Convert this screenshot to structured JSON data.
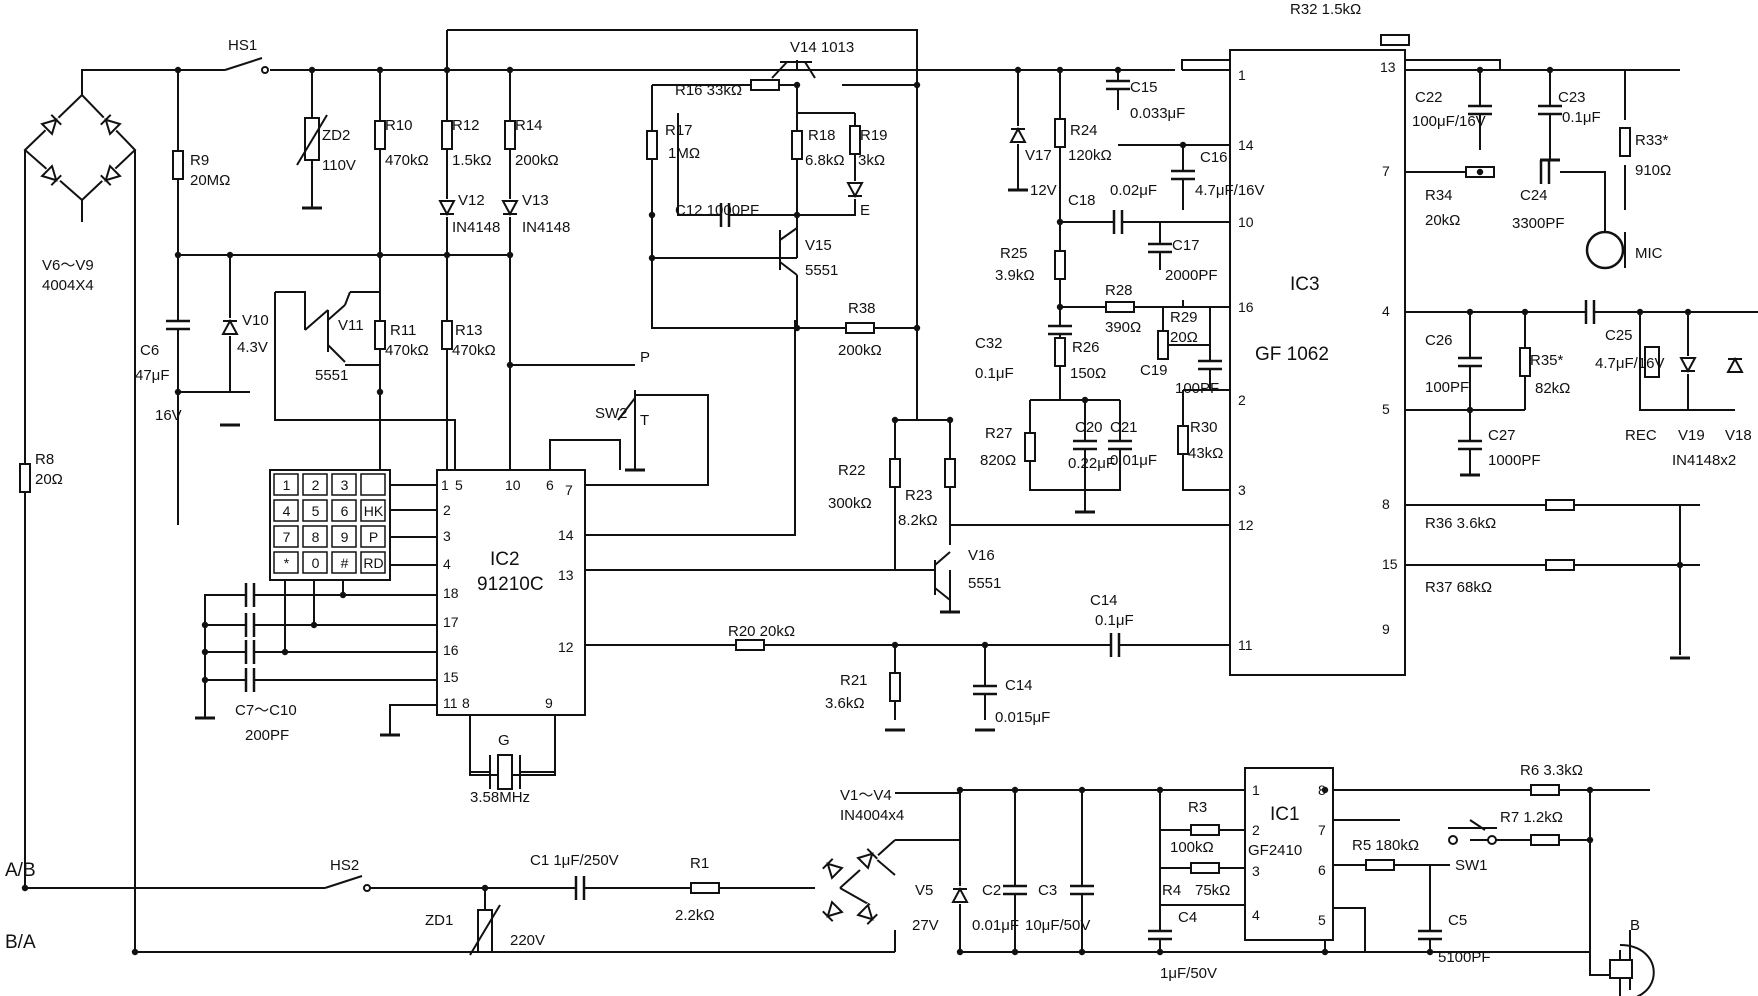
{
  "terminals": {
    "a": "A/B",
    "b": "B/A"
  },
  "bridge_top": {
    "name": "V6～V9",
    "type": "4004X4"
  },
  "bridge_bottom": {
    "name": "V1～V4",
    "type": "IN4004x4"
  },
  "switches": {
    "hs1": "HS1",
    "hs2": "HS2",
    "sw1": "SW1",
    "sw2": "SW2",
    "p": "P",
    "t": "T"
  },
  "resistors": {
    "r1": "R1",
    "r1_v": "2.2kΩ",
    "r3": "R3",
    "r3_v": "100kΩ",
    "r4": "R4",
    "r4_v": "75kΩ",
    "r5": "R5 180kΩ",
    "r6": "R6 3.3kΩ",
    "r7": "R7 1.2kΩ",
    "r8": "R8",
    "r8_v": "20Ω",
    "r9": "R9",
    "r9_v": "20MΩ",
    "r10": "R10",
    "r10_v": "470kΩ",
    "r11": "R11",
    "r11_v": "470kΩ",
    "r12": "R12",
    "r12_v": "1.5kΩ",
    "r13": "R13",
    "r13_v": "470kΩ",
    "r14": "R14",
    "r14_v": "200kΩ",
    "r16": "R16 33kΩ",
    "r17": "R17",
    "r17_v": "1MΩ",
    "r18": "R18",
    "r18_v": "6.8kΩ",
    "r19": "R19",
    "r19_v": "3kΩ",
    "r20": "R20 20kΩ",
    "r21": "R21",
    "r21_v": "3.6kΩ",
    "r22": "R22",
    "r22_v": "300kΩ",
    "r23": "R23",
    "r23_v": "8.2kΩ",
    "r24": "R24",
    "r24_v": "120kΩ",
    "r25": "R25",
    "r25_v": "3.9kΩ",
    "r26": "R26",
    "r26_v": "150Ω",
    "r27": "R27",
    "r27_v": "820Ω",
    "r28": "R28",
    "r28_v": "390Ω",
    "r29": "R29",
    "r29_v": "20Ω",
    "r30": "R30",
    "r30_v": "43kΩ",
    "r32": "R32 1.5kΩ",
    "r33": "R33*",
    "r33_v": "910Ω",
    "r34": "R34",
    "r34_v": "20kΩ",
    "r35": "R35*",
    "r35_v": "82kΩ",
    "r36": "R36 3.6kΩ",
    "r37": "R37 68kΩ",
    "r38": "R38",
    "r38_v": "200kΩ"
  },
  "capacitors": {
    "c1": "C1 1μF/250V",
    "c2": "C2",
    "c2_v": "0.01μF",
    "c3": "C3",
    "c3_v": "10μF/50V",
    "c4": "C4",
    "c4_v": "1μF/50V",
    "c5": "C5",
    "c5_v": "5100PF",
    "c6": "C6",
    "c6_v": "47μF",
    "c6_v2": "16V",
    "c7": "C7～C10",
    "c7_v": "200PF",
    "c12": "C12 1000PF",
    "c14a": "C14",
    "c14a_v": "0.1μF",
    "c14b": "C14",
    "c14b_v": "0.015μF",
    "c15": "C15",
    "c15_v": "0.033μF",
    "c16": "C16",
    "c16_v": "4.7μF/16V",
    "c17": "C17",
    "c17_v": "2000PF",
    "c18": "C18",
    "c18_v": "0.02μF",
    "c19": "C19",
    "c19_v": "100PF",
    "c20": "C20",
    "c20_v": "0.22μF",
    "c21": "C21",
    "c21_v": "0.01μF",
    "c22": "C22",
    "c22_v": "100μF/16V",
    "c23": "C23",
    "c23_v": "0.1μF",
    "c24": "C24",
    "c24_v": "3300PF",
    "c25": "C25",
    "c25_v": "4.7μF/16V",
    "c26": "C26",
    "c26_v": "100PF",
    "c27": "C27",
    "c27_v": "1000PF",
    "c32": "C32",
    "c32_v": "0.1μF"
  },
  "semis": {
    "v5": "V5",
    "v5_v": "27V",
    "v10": "V10",
    "v10_v": "4.3V",
    "v11": "V11",
    "v11_v": "5551",
    "v12": "V12",
    "v12_v": "IN4148",
    "v13": "V13",
    "v13_v": "IN4148",
    "v14": "V14 1013",
    "v15": "V15",
    "v15_v": "5551",
    "v16": "V16",
    "v16_v": "5551",
    "v17": "V17",
    "v17_v": "12V",
    "v18": "V18",
    "v19": "V19",
    "v1819_v": "IN4148x2",
    "zd1": "ZD1",
    "zd1_v": "220V",
    "zd2": "ZD2",
    "zd2_v": "110V",
    "e": "E"
  },
  "ics": {
    "ic1": {
      "name": "IC1",
      "type": "GF2410",
      "pins": [
        "1",
        "2",
        "3",
        "4",
        "8",
        "7",
        "6",
        "5"
      ]
    },
    "ic2": {
      "name": "IC2",
      "type": "91210C",
      "pins": [
        "1",
        "5",
        "10",
        "6",
        "7",
        "2",
        "3",
        "4",
        "18",
        "17",
        "16",
        "15",
        "11",
        "8",
        "9",
        "14",
        "13",
        "12"
      ]
    },
    "ic3": {
      "name": "IC3",
      "type": "GF 1062",
      "pins": [
        "1",
        "14",
        "10",
        "16",
        "2",
        "3",
        "12",
        "11",
        "13",
        "7",
        "4",
        "5",
        "8",
        "15",
        "9"
      ]
    }
  },
  "keypad": [
    "1",
    "2",
    "3",
    "",
    "4",
    "5",
    "6",
    "HK",
    "7",
    "8",
    "9",
    "P",
    "*",
    "0",
    "#",
    "RD"
  ],
  "crystal": {
    "name": "G",
    "value": "3.58MHz"
  },
  "transducers": {
    "mic": "MIC",
    "rec": "REC",
    "b": "B"
  }
}
